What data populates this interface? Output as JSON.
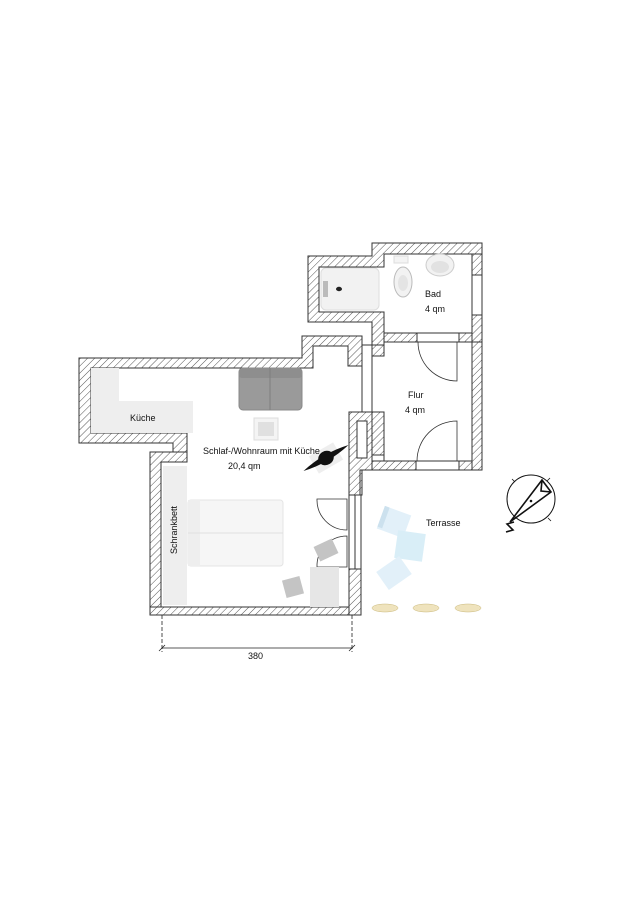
{
  "rooms": {
    "bad": {
      "name": "Bad",
      "area": "4 qm"
    },
    "flur": {
      "name": "Flur",
      "area": "4 qm"
    },
    "wohnraum": {
      "name": "Schlaf-/Wohnraum mit Küche",
      "area": "20,4 qm"
    },
    "kueche": {
      "name": "Küche"
    },
    "schrankbett": {
      "name": "Schrankbett"
    },
    "terrasse": {
      "name": "Terrasse"
    }
  },
  "dimensions": {
    "width_label": "380"
  },
  "colors": {
    "wall_outline": "#333333",
    "hatch": "#555555",
    "furniture_fill": "#eeeeee",
    "sofa": "#9a9a9a",
    "terrace_furniture": "#d6ecf7",
    "plants": "#e8d9a8"
  },
  "symbols": [
    "compass-north-arrow-icon",
    "ceiling-fan-icon"
  ]
}
